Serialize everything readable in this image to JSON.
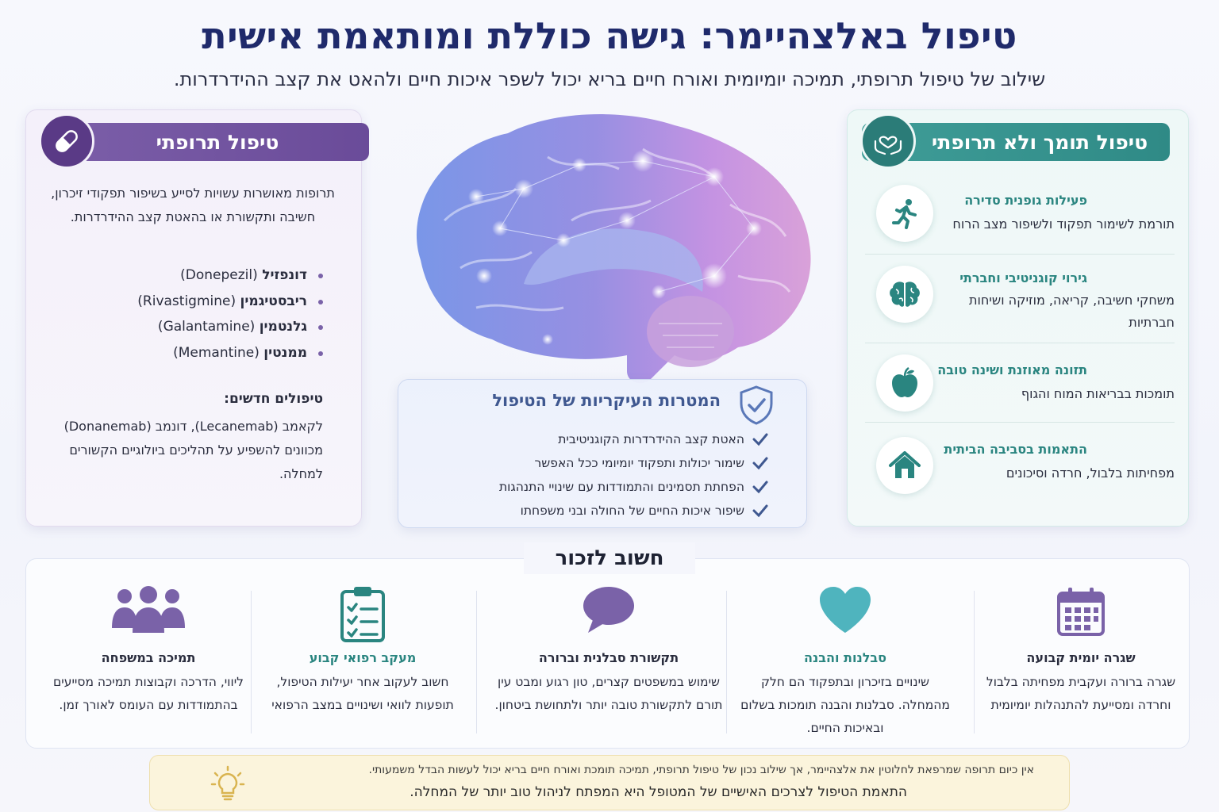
{
  "title": "טיפול באלצהיימר: גישה כוללת ומותאמת אישית",
  "subtitle": "שילוב של טיפול תרופתי, תמיכה יומיומית ואורח חיים בריא יכול לשפר איכות חיים ולהאט את קצב ההידרדרות.",
  "pharma": {
    "header": "טיפול תרופתי",
    "icon": "pill-icon",
    "description": "תרופות מאושרות עשויות לסייע בשיפור תפקודי זיכרון, חשיבה ותקשורת או בהאטת קצב ההידרדרות.",
    "drugs": [
      {
        "name": "דונפזיל",
        "latin": "(Donepezil)"
      },
      {
        "name": "ריבסטיגמין",
        "latin": "(Rivastigmine)"
      },
      {
        "name": "גלנטמין",
        "latin": "(Galantamine)"
      },
      {
        "name": "ממנטין",
        "latin": "(Memantine)"
      }
    ],
    "new_title": "טיפולים חדשים:",
    "new_text": "לקאמב (Lecanemab), דונמב (Donanemab) מכוונים להשפיע על תהליכים ביולוגיים הקשורים למחלה."
  },
  "support": {
    "header": "טיפול תומך ולא תרופתי",
    "icon": "heart-hands-icon",
    "items": [
      {
        "title": "פעילות גופנית סדירה",
        "text": "תורמת לשימור תפקוד ולשיפור מצב הרוח",
        "icon": "running-person-icon"
      },
      {
        "title": "גירוי קוגניטיבי וחברתי",
        "text": "משחקי חשיבה, קריאה, מוזיקה ושיחות חברתיות",
        "icon": "brain-icon"
      },
      {
        "title": "תזונה מאוזנת ושינה טובה",
        "text": "תומכות בבריאות המוח והגוף",
        "icon": "apple-icon"
      },
      {
        "title": "התאמות בסביבה הביתית",
        "text": "מפחיתות בלבול, חרדה וסיכונים",
        "icon": "house-icon"
      }
    ]
  },
  "goals": {
    "title": "המטרות העיקריות של הטיפול",
    "icon": "shield-check-icon",
    "items": [
      "האטת קצב ההידרדרות הקוגניטיבית",
      "שימור יכולות ותפקוד יומיומי ככל האפשר",
      "הפחתת תסמינים והתמודדות עם שינויי התנהגות",
      "שיפור איכות החיים של החולה ובני משפחתו"
    ]
  },
  "remember": {
    "title": "חשוב לזכור",
    "items": [
      {
        "title": "שגרה יומית קבועה",
        "text": "שגרה ברורה ועקבית מפחיתה בלבול וחרדה ומסייעת להתנהלות יומיומית",
        "icon": "calendar-icon",
        "color": "#7a62a8"
      },
      {
        "title": "סבלנות והבנה",
        "text": "שינויים בזיכרון ובתפקוד הם חלק מהמחלה. סבלנות והבנה תומכות בשלום ובאיכות החיים.",
        "icon": "heart-icon",
        "color": "#2a8580"
      },
      {
        "title": "תקשורת סבלנית וברורה",
        "text": "שימוש במשפטים קצרים, טון רגוע ומבט עין תורם לתקשורת טובה יותר ולתחושת ביטחון.",
        "icon": "speech-bubble-icon",
        "color": "#2a2d3e"
      },
      {
        "title": "מעקב רפואי קבוע",
        "text": "חשוב לעקוב אחר יעילות הטיפול, תופעות לוואי ושינויים במצב הרפואי",
        "icon": "clipboard-icon",
        "color": "#2a8580"
      },
      {
        "title": "תמיכה במשפחה",
        "text": "ליווי, הדרכה וקבוצות תמיכה מסייעים בהתמודדות עם העומס לאורך זמן.",
        "icon": "family-group-icon",
        "color": "#2a2d3e"
      }
    ]
  },
  "note": {
    "line1": "אין כיום תרופה שמרפאת לחלוטין את אלצהיימר, אך שילוב נכון של טיפול תרופתי, תמיכה תומכת ואורח חיים בריא יכול לעשות הבדל משמעותי.",
    "line2": "התאמת הטיפול לצרכים האישיים של המטופל היא המפתח לניהול טוב יותר של המחלה.",
    "icon": "lightbulb-icon"
  },
  "colors": {
    "title": "#1f2a6b",
    "purple": "#6a4b99",
    "teal": "#2f8a86",
    "goals_title": "#3f5890",
    "note_bg": "#fbf4dc"
  }
}
